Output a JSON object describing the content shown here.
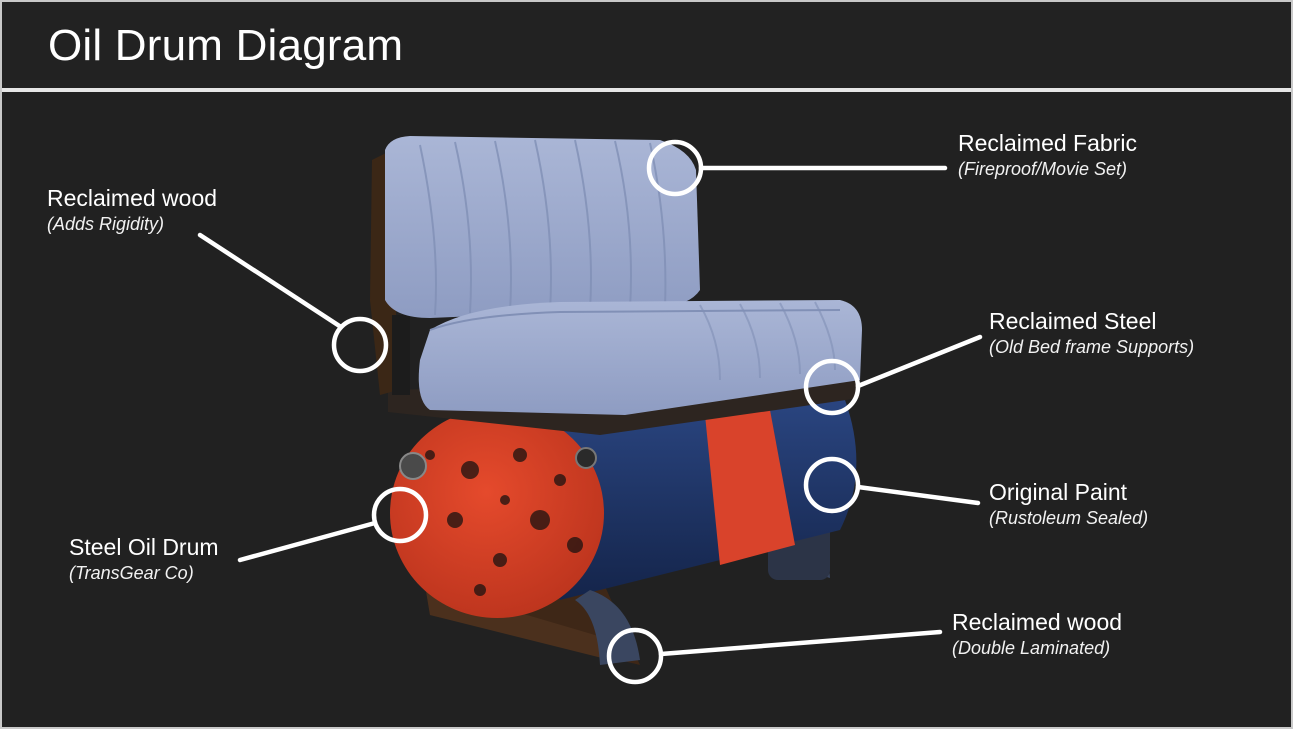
{
  "title": "Oil Drum Diagram",
  "colors": {
    "background": "#212121",
    "title_rule": "#e6e6e6",
    "text": "#ffffff",
    "callout": "#ffffff",
    "fabric": "#9aa8cc",
    "drum_blue": "#1f3566",
    "drum_red": "#e0442a",
    "wood": "#4a2f1c"
  },
  "callouts": [
    {
      "id": "fabric",
      "label": "Reclaimed Fabric",
      "note": "(Fireproof/Movie Set)",
      "side": "right"
    },
    {
      "id": "wood-back",
      "label": "Reclaimed wood",
      "note": "(Adds Rigidity)",
      "side": "left"
    },
    {
      "id": "steel",
      "label": "Reclaimed Steel",
      "note": "(Old Bed frame Supports)",
      "side": "right"
    },
    {
      "id": "paint",
      "label": "Original Paint",
      "note": "(Rustoleum Sealed)",
      "side": "right"
    },
    {
      "id": "drum",
      "label": "Steel Oil Drum",
      "note": "(TransGear Co)",
      "side": "left"
    },
    {
      "id": "wood-base",
      "label": "Reclaimed wood",
      "note": "(Double Laminated)",
      "side": "right"
    }
  ]
}
